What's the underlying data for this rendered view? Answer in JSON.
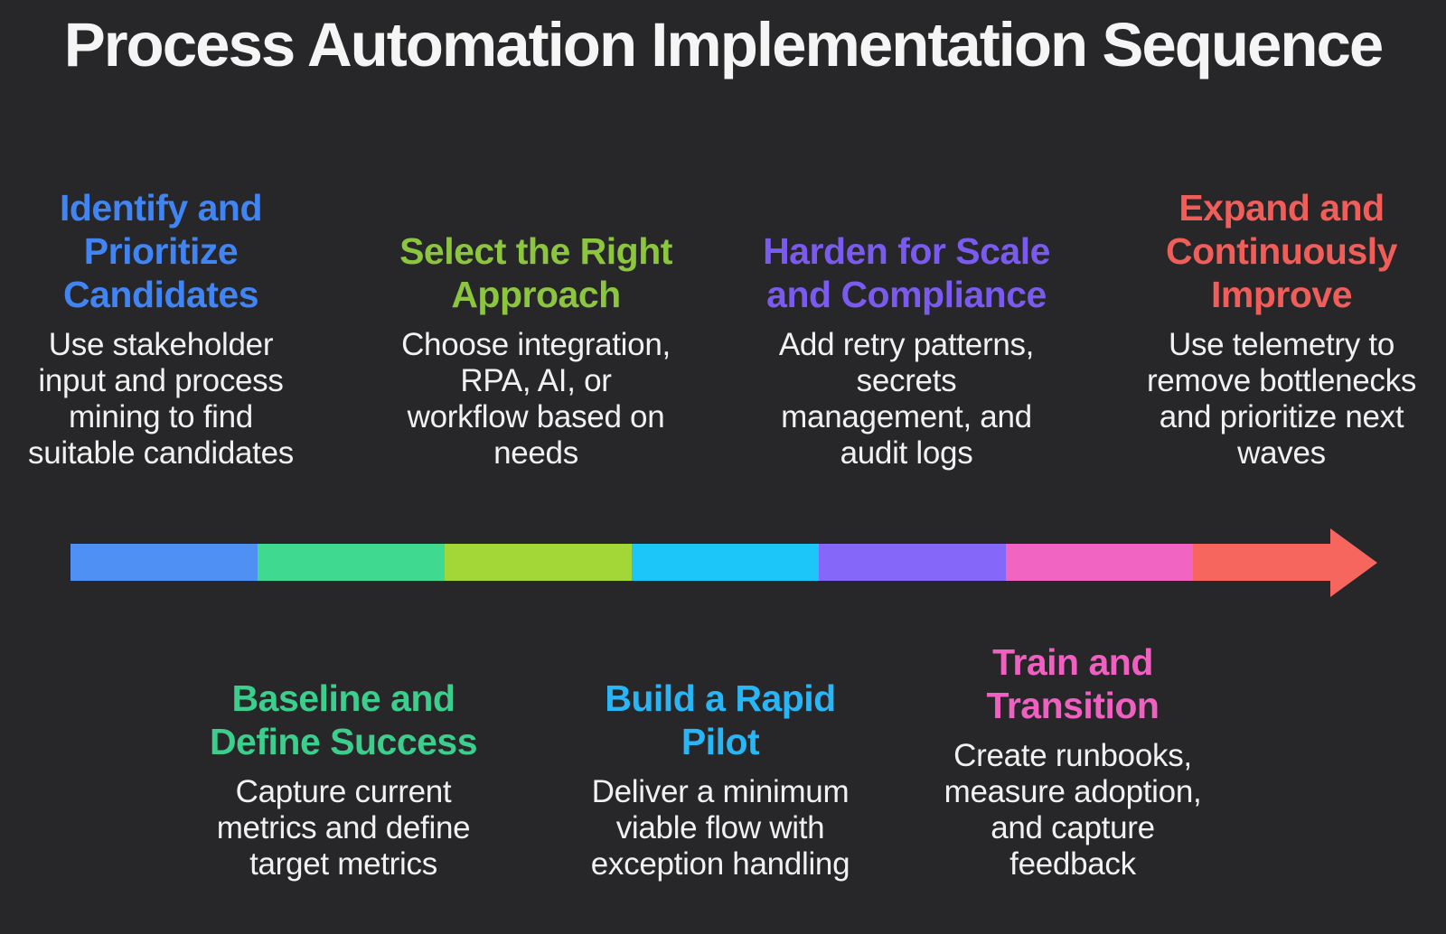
{
  "title": "Process Automation Implementation Sequence",
  "steps": [
    {
      "order": 1,
      "position": "top",
      "title": "Identify and Prioritize Candidates",
      "title_lines": [
        "Identify and",
        "Prioritize",
        "Candidates"
      ],
      "description": "Use stakeholder input and process mining to find suitable candidates",
      "desc_lines": [
        "Use stakeholder",
        "input and process",
        "mining to find",
        "suitable candidates"
      ],
      "color": "#4184F4"
    },
    {
      "order": 2,
      "position": "bottom",
      "title": "Baseline and Define Success",
      "title_lines": [
        "Baseline and",
        "Define Success"
      ],
      "description": "Capture current metrics and define target metrics",
      "desc_lines": [
        "Capture current",
        "metrics and define",
        "target metrics"
      ],
      "color": "#3BCE8D"
    },
    {
      "order": 3,
      "position": "top",
      "title": "Select the Right Approach",
      "title_lines": [
        "Select the Right",
        "Approach"
      ],
      "description": "Choose integration, RPA, AI, or workflow based on needs",
      "desc_lines": [
        "Choose integration,",
        "RPA, AI, or",
        "workflow based on",
        "needs"
      ],
      "color": "#8CC63E"
    },
    {
      "order": 4,
      "position": "bottom",
      "title": "Build a Rapid Pilot",
      "title_lines": [
        "Build a Rapid",
        "Pilot"
      ],
      "description": "Deliver a minimum viable flow with exception handling",
      "desc_lines": [
        "Deliver a minimum",
        "viable flow with",
        "exception handling"
      ],
      "color": "#29B6F6"
    },
    {
      "order": 5,
      "position": "top",
      "title": "Harden for Scale and Compliance",
      "title_lines": [
        "Harden for Scale",
        "and Compliance"
      ],
      "description": "Add retry patterns, secrets management, and audit logs",
      "desc_lines": [
        "Add retry patterns,",
        "secrets",
        "management, and",
        "audit logs"
      ],
      "color": "#7B5AF0"
    },
    {
      "order": 6,
      "position": "bottom",
      "title": "Train and Transition",
      "title_lines": [
        "Train and",
        "Transition"
      ],
      "description": "Create runbooks, measure adoption, and capture feedback",
      "desc_lines": [
        "Create runbooks,",
        "measure adoption,",
        "and capture",
        "feedback"
      ],
      "color": "#EF60C1"
    },
    {
      "order": 7,
      "position": "top",
      "title": "Expand and Continuously Improve",
      "title_lines": [
        "Expand and",
        "Continuously",
        "Improve"
      ],
      "description": "Use telemetry to remove bottlenecks and prioritize next waves",
      "desc_lines": [
        "Use telemetry to",
        "remove bottlenecks",
        "and prioritize next",
        "waves"
      ],
      "color": "#F15D59"
    }
  ],
  "arrow": {
    "direction": "right",
    "segment_colors": [
      "#4E90F4",
      "#3FDA90",
      "#A2D737",
      "#1CC6F8",
      "#8568F9",
      "#F264C1",
      "#F7655F"
    ],
    "head_color": "#F7655F"
  },
  "colors": {
    "background": "#272729",
    "title_text": "#F5F5F5",
    "description_text": "#F1F1F1"
  }
}
